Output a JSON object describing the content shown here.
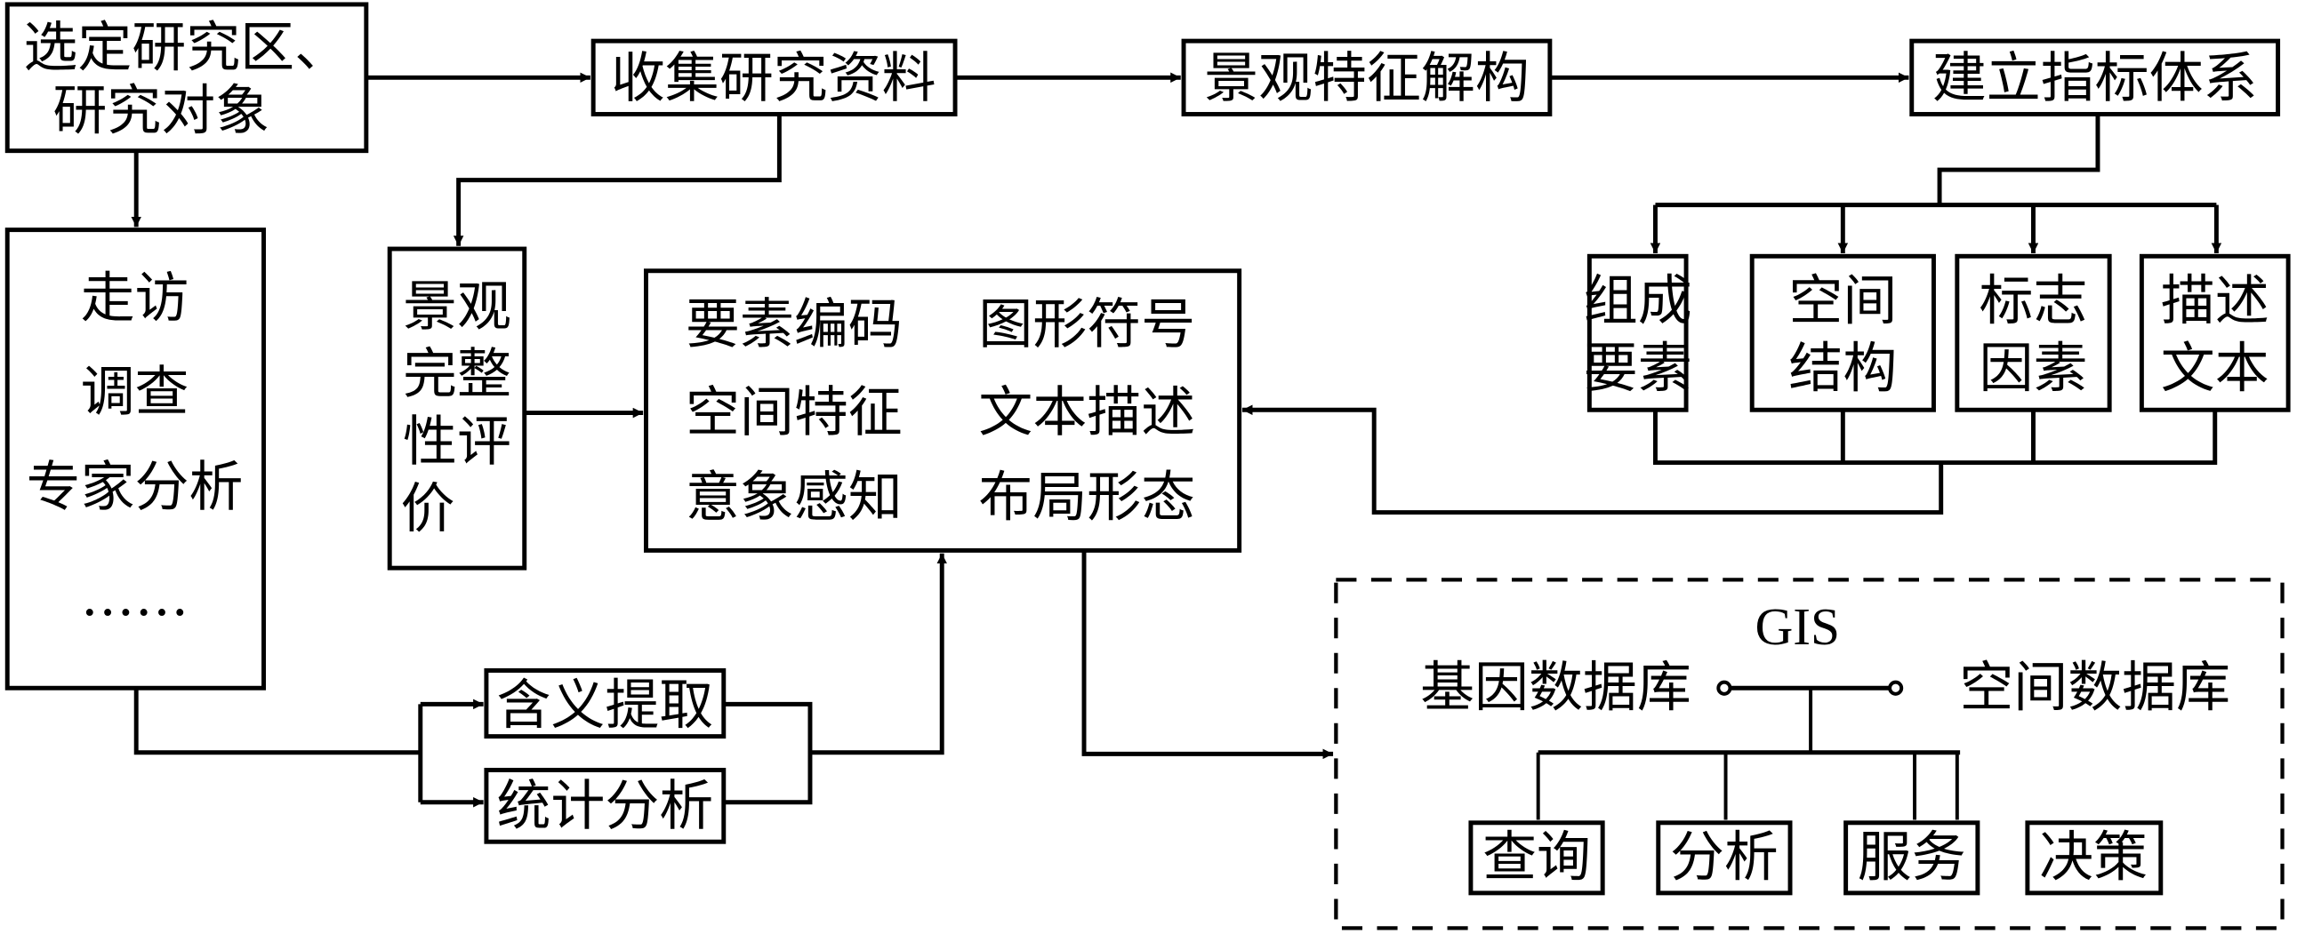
{
  "diagram": {
    "nodes": {
      "select_study": {
        "lines": [
          "选定研究区、",
          "研究对象"
        ]
      },
      "collect_data": {
        "label": "收集研究资料"
      },
      "deconstruct": {
        "label": "景观特征解构"
      },
      "index_system": {
        "label": "建立指标体系"
      },
      "field_methods": {
        "lines": [
          "走访",
          "调查",
          "专家分析",
          "……"
        ]
      },
      "integrity_eval": {
        "lines": [
          "景观",
          "完整",
          "性评",
          "价"
        ]
      },
      "features": {
        "rows": [
          [
            "要素编码",
            "图形符号"
          ],
          [
            "空间特征",
            "文本描述"
          ],
          [
            "意象感知",
            "布局形态"
          ]
        ]
      },
      "indicators": [
        {
          "lines": [
            "组成",
            "要素"
          ]
        },
        {
          "lines": [
            "空间",
            "结构"
          ]
        },
        {
          "lines": [
            "标志",
            "因素"
          ]
        },
        {
          "lines": [
            "描述",
            "文本"
          ]
        }
      ],
      "meaning_extract": {
        "label": "含义提取"
      },
      "stat_analysis": {
        "label": "统计分析"
      },
      "gis": {
        "title": "GIS",
        "left_db": "基因数据库",
        "right_db": "空间数据库",
        "functions": [
          "查询",
          "分析",
          "服务",
          "决策"
        ]
      }
    },
    "colors": {
      "stroke": "#000000",
      "background": "#ffffff"
    }
  }
}
